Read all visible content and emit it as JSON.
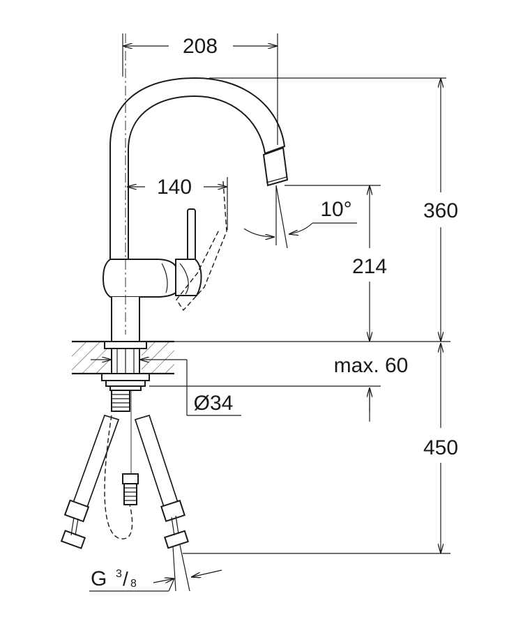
{
  "dimensions": {
    "spout_reach_total": "208",
    "lever_offset": "140",
    "swivel_angle": "10°",
    "total_height": "360",
    "outlet_height": "214",
    "max_deck_thickness": "max. 60",
    "hole_diameter": "Ø34",
    "hose_length": "450",
    "connection_thread_main": "G",
    "connection_thread_num": "3",
    "connection_thread_den": "8"
  }
}
